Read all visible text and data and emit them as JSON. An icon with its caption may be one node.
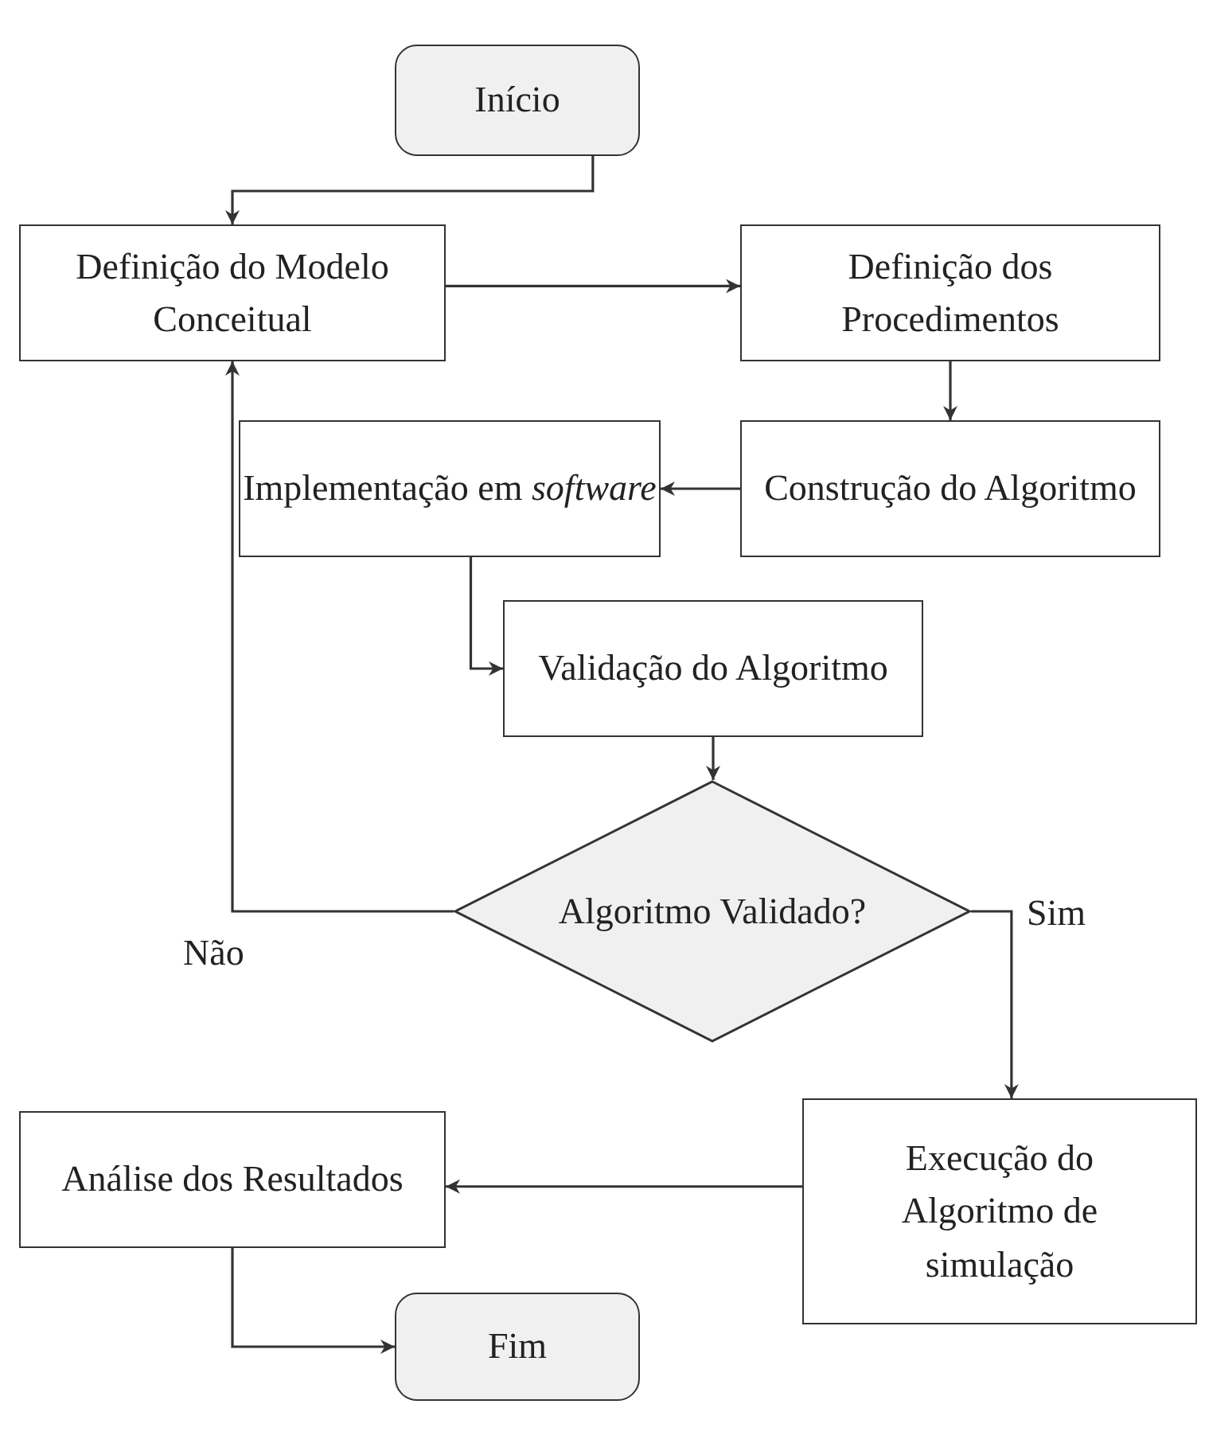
{
  "diagram": {
    "nodes": [
      {
        "text": [
          "Início"
        ]
      },
      {
        "text": [
          "Definição do Modelo Conceitual"
        ]
      },
      {
        "text": [
          "Definição dos Procedimentos"
        ]
      },
      {
        "text": [
          "Implementação em *software*"
        ]
      },
      {
        "text": [
          "Construção do Algoritmo"
        ]
      },
      {
        "text": [
          "Validação do Algoritmo"
        ]
      },
      {
        "text": [
          "Algoritmo Validado?"
        ]
      },
      {
        "text": [
          "Execução do Algoritmo de simulação"
        ]
      },
      {
        "text": [
          "Análise dos Resultados"
        ]
      },
      {
        "text": [
          "Fim"
        ]
      }
    ],
    "edges": [
      {
        "from": 0,
        "to": 1,
        "arrow": "to"
      },
      {
        "from": 1,
        "to": 2,
        "arrow": "to"
      },
      {
        "from": 2,
        "to": 4,
        "arrow": "to"
      },
      {
        "from": 4,
        "to": 3,
        "arrow": "to"
      },
      {
        "from": 3,
        "to": 5,
        "arrow": "to"
      },
      {
        "from": 5,
        "to": 6,
        "arrow": "to"
      },
      {
        "from": 6,
        "to": 1,
        "arrow": "to",
        "label": "Não"
      },
      {
        "from": 6,
        "to": 7,
        "arrow": "to",
        "label": "Sim"
      },
      {
        "from": 7,
        "to": 8,
        "arrow": "to"
      },
      {
        "from": 8,
        "to": 9,
        "arrow": "to"
      }
    ]
  }
}
